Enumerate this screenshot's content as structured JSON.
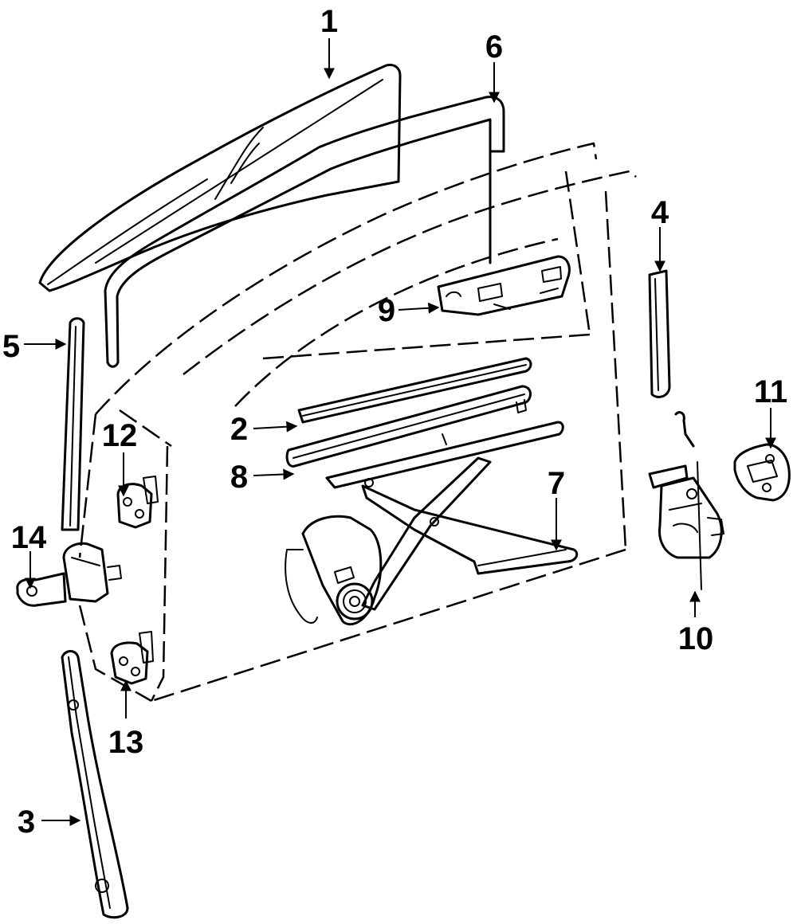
{
  "diagram": {
    "type": "exploded parts diagram",
    "callouts": [
      {
        "id": "c1",
        "label": "1"
      },
      {
        "id": "c2",
        "label": "2"
      },
      {
        "id": "c3",
        "label": "3"
      },
      {
        "id": "c4",
        "label": "4"
      },
      {
        "id": "c5",
        "label": "5"
      },
      {
        "id": "c6",
        "label": "6"
      },
      {
        "id": "c7",
        "label": "7"
      },
      {
        "id": "c8",
        "label": "8"
      },
      {
        "id": "c9",
        "label": "9"
      },
      {
        "id": "c10",
        "label": "10"
      },
      {
        "id": "c11",
        "label": "11"
      },
      {
        "id": "c12",
        "label": "12"
      },
      {
        "id": "c13",
        "label": "13"
      },
      {
        "id": "c14",
        "label": "14"
      }
    ]
  }
}
